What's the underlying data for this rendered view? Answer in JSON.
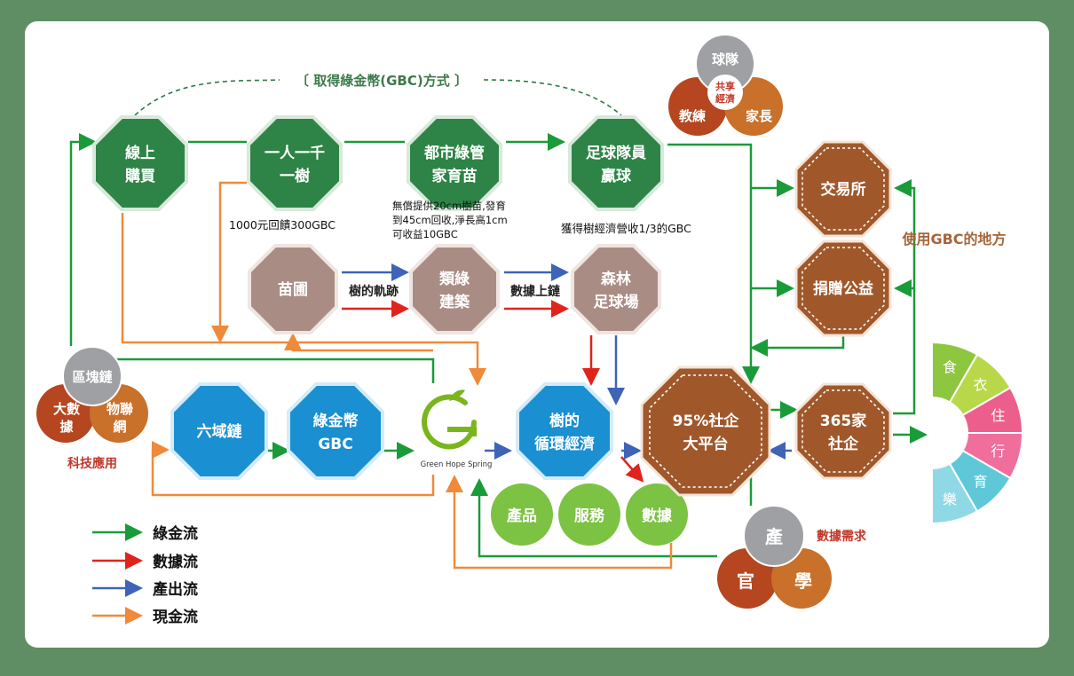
{
  "title": "〔 取得綠金幣(GBC)方式 〕",
  "top_nodes": [
    {
      "id": "online",
      "lines": [
        "線上",
        "購買"
      ]
    },
    {
      "id": "one_tree",
      "lines": [
        "一人一千",
        "一樹"
      ]
    },
    {
      "id": "urban",
      "lines": [
        "都市綠管",
        "家育苗"
      ]
    },
    {
      "id": "football",
      "lines": [
        "足球隊員",
        "贏球"
      ]
    }
  ],
  "notes": {
    "one_tree": "1000元回饋300GBC",
    "urban": [
      "無償提供20cm樹苗,發育",
      "到45cm回收,淨長高1cm",
      "可收益10GBC"
    ],
    "football": "獲得樹經濟營收1/3的GBC"
  },
  "mid_nodes": [
    {
      "id": "nursery",
      "lines": [
        "苗圃"
      ]
    },
    {
      "id": "green_building",
      "lines": [
        "類綠",
        "建築"
      ]
    },
    {
      "id": "forest",
      "lines": [
        "森林",
        "足球場"
      ]
    }
  ],
  "arrow_labels": {
    "tree_trace": "樹的軌跡",
    "data_chain": "數據上鏈"
  },
  "tech_venn": {
    "top": "區塊鏈",
    "left": [
      "大數",
      "據"
    ],
    "right": [
      "物聯",
      "網"
    ],
    "caption": "科技應用"
  },
  "blue_nodes": [
    {
      "id": "six_chain",
      "lines": [
        "六域鏈"
      ]
    },
    {
      "id": "gbc",
      "lines": [
        "綠金幣",
        "GBC"
      ]
    },
    {
      "id": "circular",
      "lines": [
        "樹的",
        "循環經濟"
      ]
    }
  ],
  "logo": {
    "text": "Green Hope Spring"
  },
  "outputs": [
    "產品",
    "服務",
    "數據"
  ],
  "platform": {
    "lines": [
      "95%社企",
      "大平台"
    ]
  },
  "social365": {
    "lines": [
      "365家",
      "社企"
    ]
  },
  "use_nodes": [
    {
      "id": "exchange",
      "lines": [
        "交易所"
      ]
    },
    {
      "id": "donate",
      "lines": [
        "捐贈公益"
      ]
    }
  ],
  "use_label": "使用GBC的地方",
  "team_venn": {
    "top": "球隊",
    "left": "教練",
    "right": "家長",
    "center": [
      "共享",
      "經濟"
    ]
  },
  "iua_venn": {
    "top": "產",
    "left": "官",
    "right": "學",
    "caption": "數據需求"
  },
  "life_wheel": [
    {
      "label": "食",
      "color": "#8dc63f"
    },
    {
      "label": "衣",
      "color": "#b8d84a"
    },
    {
      "label": "住",
      "color": "#ec5f8c"
    },
    {
      "label": "行",
      "color": "#f06e9c"
    },
    {
      "label": "育",
      "color": "#5ec8d8"
    },
    {
      "label": "樂",
      "color": "#8fd9e6"
    }
  ],
  "legend": [
    {
      "label": "綠金流",
      "color": "#1a9b3a"
    },
    {
      "label": "數據流",
      "color": "#e0241b"
    },
    {
      "label": "產出流",
      "color": "#3f63b6"
    },
    {
      "label": "現金流",
      "color": "#ef8a3a"
    }
  ],
  "colors": {
    "green_hex": "#2e8446",
    "mauve_hex": "#a98d85",
    "blue_hex": "#1a8fd1",
    "brown_hex": "#a0582b",
    "frame": "#5f8e64"
  }
}
